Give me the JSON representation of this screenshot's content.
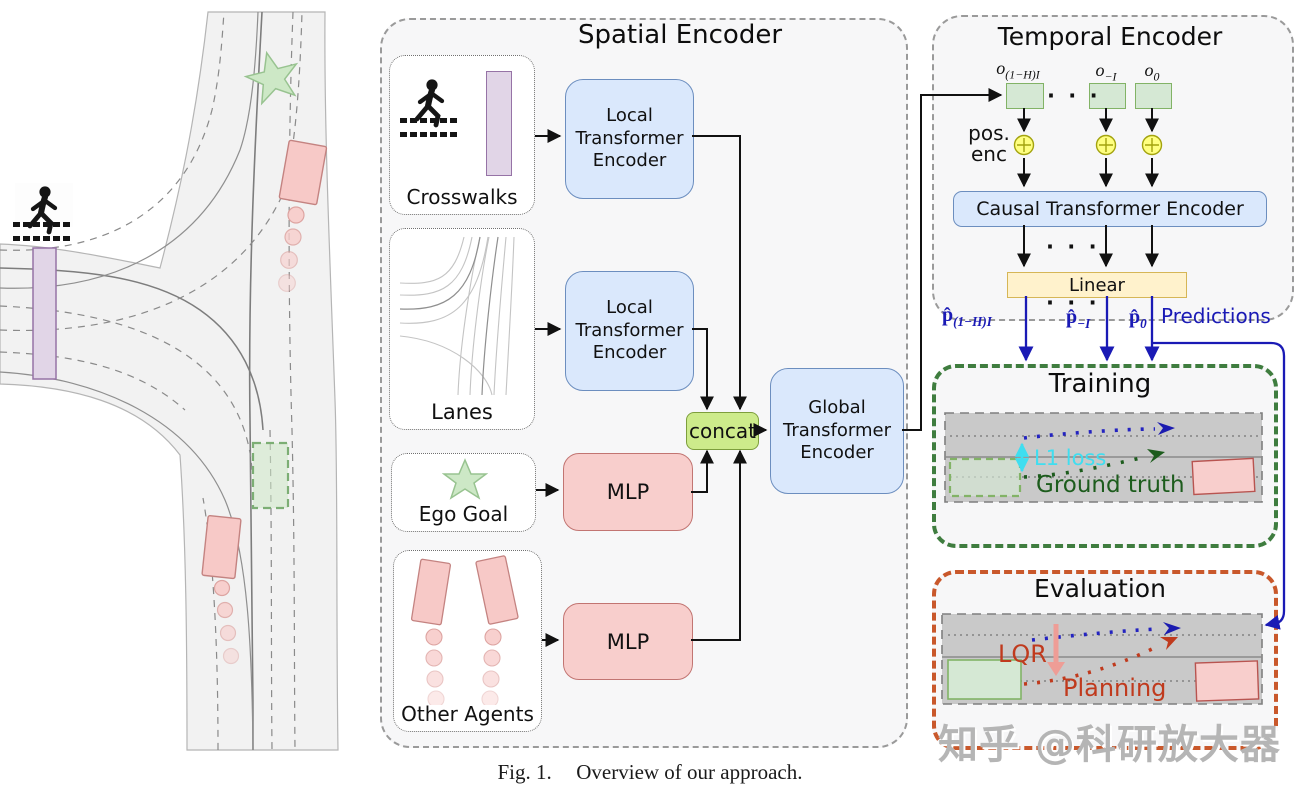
{
  "figure": {
    "caption_prefix": "Fig. 1.",
    "caption_text": "Overview of our approach.",
    "watermark": "知乎 @科研放大器"
  },
  "spatial": {
    "title": "Spatial Encoder",
    "inputs": {
      "crosswalks": "Crosswalks",
      "lanes": "Lanes",
      "ego_goal": "Ego Goal",
      "other_agents": "Other Agents"
    },
    "local_transformer_1": "Local Transformer Encoder",
    "local_transformer_2": "Local Transformer Encoder",
    "mlp_1": "MLP",
    "mlp_2": "MLP",
    "concat": "concat",
    "global_transformer": "Global Transformer Encoder"
  },
  "temporal": {
    "title": "Temporal Encoder",
    "obs": [
      {
        "base": "o",
        "sub": "(1−H)I"
      },
      {
        "base": "o",
        "sub": "−I"
      },
      {
        "base": "o",
        "sub": "0"
      }
    ],
    "dots_top": "· · ·",
    "pos_enc_line1": "pos.",
    "pos_enc_line2": "enc",
    "causal_transformer": "Causal Transformer Encoder",
    "dots_mid": "· · ·",
    "linear": "Linear",
    "dots_bottom": "· · ·",
    "predictions": [
      {
        "base": "p̂",
        "sub": "(1−H)I"
      },
      {
        "base": "p̂",
        "sub": "−I"
      },
      {
        "base": "p̂",
        "sub": "0"
      }
    ],
    "predictions_label": "Predictions"
  },
  "training": {
    "title": "Training",
    "l1_loss": "L1 loss",
    "ground_truth": "Ground truth"
  },
  "evaluation": {
    "title": "Evaluation",
    "lqr": "LQR",
    "planning": "Planning"
  },
  "icons": {
    "pedestrian_crossing": "pedestrian-crossing-icon",
    "crosswalk_strip": "crosswalk-strip",
    "ego_goal_star": "ego-goal-star-icon",
    "lanes_sketch": "lanes-sketch-icon",
    "other_agents_sketch": "other-agents-icon",
    "pos_enc_plus": "plus-circle-icon"
  },
  "colors": {
    "encoder_blue": "#dae8fc",
    "encoder_blue_border": "#6c8ebf",
    "mlp_pink": "#f8cecc",
    "concat_green": "#cdeb8b",
    "obs_green": "#d5e8d4",
    "obs_green_border": "#82b366",
    "linear_yellow": "#fff2cc",
    "linear_yellow_border": "#d6b656",
    "prediction_blue": "#1a1ab5",
    "training_border_green": "#3f7d3f",
    "evaluation_border_orange": "#c9582b",
    "l1_loss_cyan": "#3fdef0",
    "ground_truth_green": "#1d5c1d",
    "planning_red": "#c03a1d",
    "crosswalk_purple": "#e1d5e7",
    "road_gray": "#c9c9c9"
  }
}
